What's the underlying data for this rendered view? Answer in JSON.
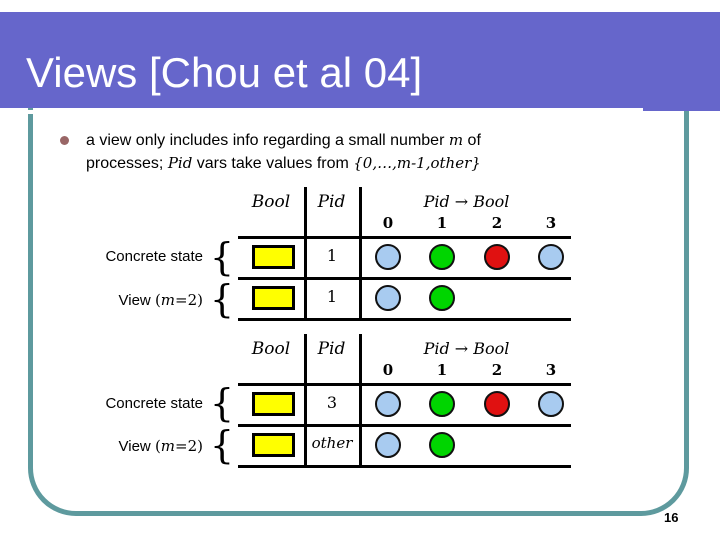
{
  "slide": {
    "title": "Views [Chou et al 04]",
    "page_number": "16",
    "colors": {
      "title_bar": "#6666CB",
      "frame": "#5E9A9E",
      "bullet_marker": "#996666",
      "swatch_yellow": "#FFFF00",
      "circle_lightblue": "#A8CBF0",
      "circle_green": "#00D500",
      "circle_red": "#E01111"
    }
  },
  "bullet": {
    "line1_pre": "a view only includes info regarding a small number ",
    "line1_italic": "m",
    "line1_post": " of",
    "line2_pre": "processes; ",
    "line2_italic1": "Pid",
    "line2_mid": " vars take values from ",
    "line2_italic2": "{0,…,m-1,other}"
  },
  "row_labels": {
    "concrete": "Concrete state",
    "view_pre": "View ",
    "view_open": "(",
    "view_m": "m",
    "view_close": "=2)",
    "brace": "{"
  },
  "tables": [
    {
      "header": {
        "bool": "Bool",
        "pid": "Pid",
        "pid_bool": "Pid → Bool",
        "indices": [
          "0",
          "1",
          "2",
          "3"
        ]
      },
      "rows": [
        {
          "pid": "1",
          "pid_italic": "false",
          "circles": [
            "lightblue",
            "green",
            "red",
            "lightblue"
          ]
        },
        {
          "pid": "1",
          "pid_italic": "false",
          "circles": [
            "lightblue",
            "green"
          ]
        }
      ]
    },
    {
      "header": {
        "bool": "Bool",
        "pid": "Pid",
        "pid_bool": "Pid → Bool",
        "indices": [
          "0",
          "1",
          "2",
          "3"
        ]
      },
      "rows": [
        {
          "pid": "3",
          "pid_italic": "false",
          "circles": [
            "lightblue",
            "green",
            "red",
            "lightblue"
          ]
        },
        {
          "pid": "other",
          "pid_italic": "true",
          "circles": [
            "lightblue",
            "green"
          ]
        }
      ]
    }
  ]
}
